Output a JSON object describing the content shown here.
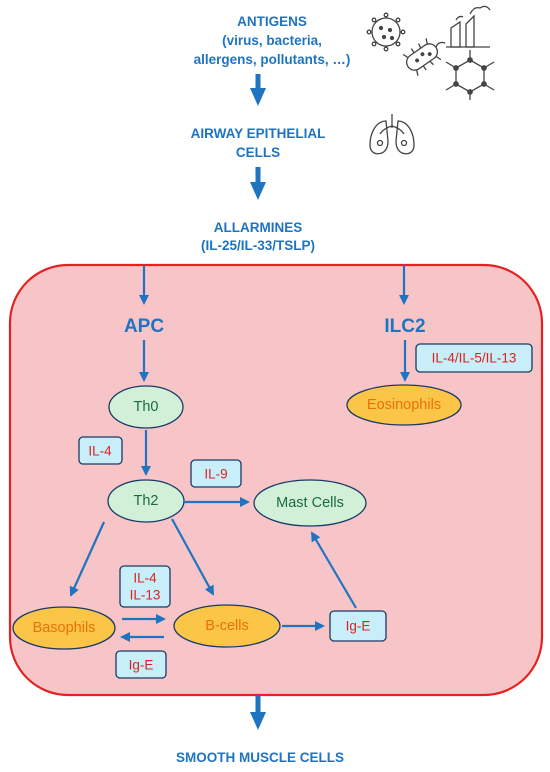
{
  "header": {
    "antigens_title": "ANTIGENS",
    "antigens_line2": "(virus, bacteria,",
    "antigens_line3": "allergens, pollutants, …)",
    "epithelial_line1": "AIRWAY EPITHELIAL",
    "epithelial_line2": "CELLS",
    "allarmines_line1": "ALLARMINES",
    "allarmines_line2": "(IL-25/IL-33/TSLP)"
  },
  "nodes": {
    "apc": "APC",
    "ilc2": "ILC2",
    "th0": "Th0",
    "th2": "Th2",
    "mast_cells": "Mast Cells",
    "eosinophils": "Eosinophils",
    "basophils": "Basophils",
    "b_cells": "B-cells"
  },
  "cytokines": {
    "il4_th0": "IL-4",
    "il9": "IL-9",
    "il4_il5_il13": "IL-4/IL-5/IL-13",
    "il4_bcell_line1": "IL-4",
    "il4_bcell_line2": "IL-13",
    "ige_lower": "Ig-E",
    "ige_right": "Ig-E"
  },
  "footer": {
    "smooth_muscle": "SMOOTH MUSCLE CELLS"
  },
  "icons": [
    "virus-icon",
    "bacteria-icon",
    "factory-icon",
    "molecule-icon",
    "lungs-icon"
  ],
  "colors": {
    "arrow_blue": "#1f74c2",
    "panel_fill": "#f7c5c7",
    "panel_border": "#e52222",
    "green_node": "#d2f0d8",
    "orange_node": "#fbc548",
    "cytokine_box": "#c8eef9",
    "cytokine_text": "#e02020"
  }
}
